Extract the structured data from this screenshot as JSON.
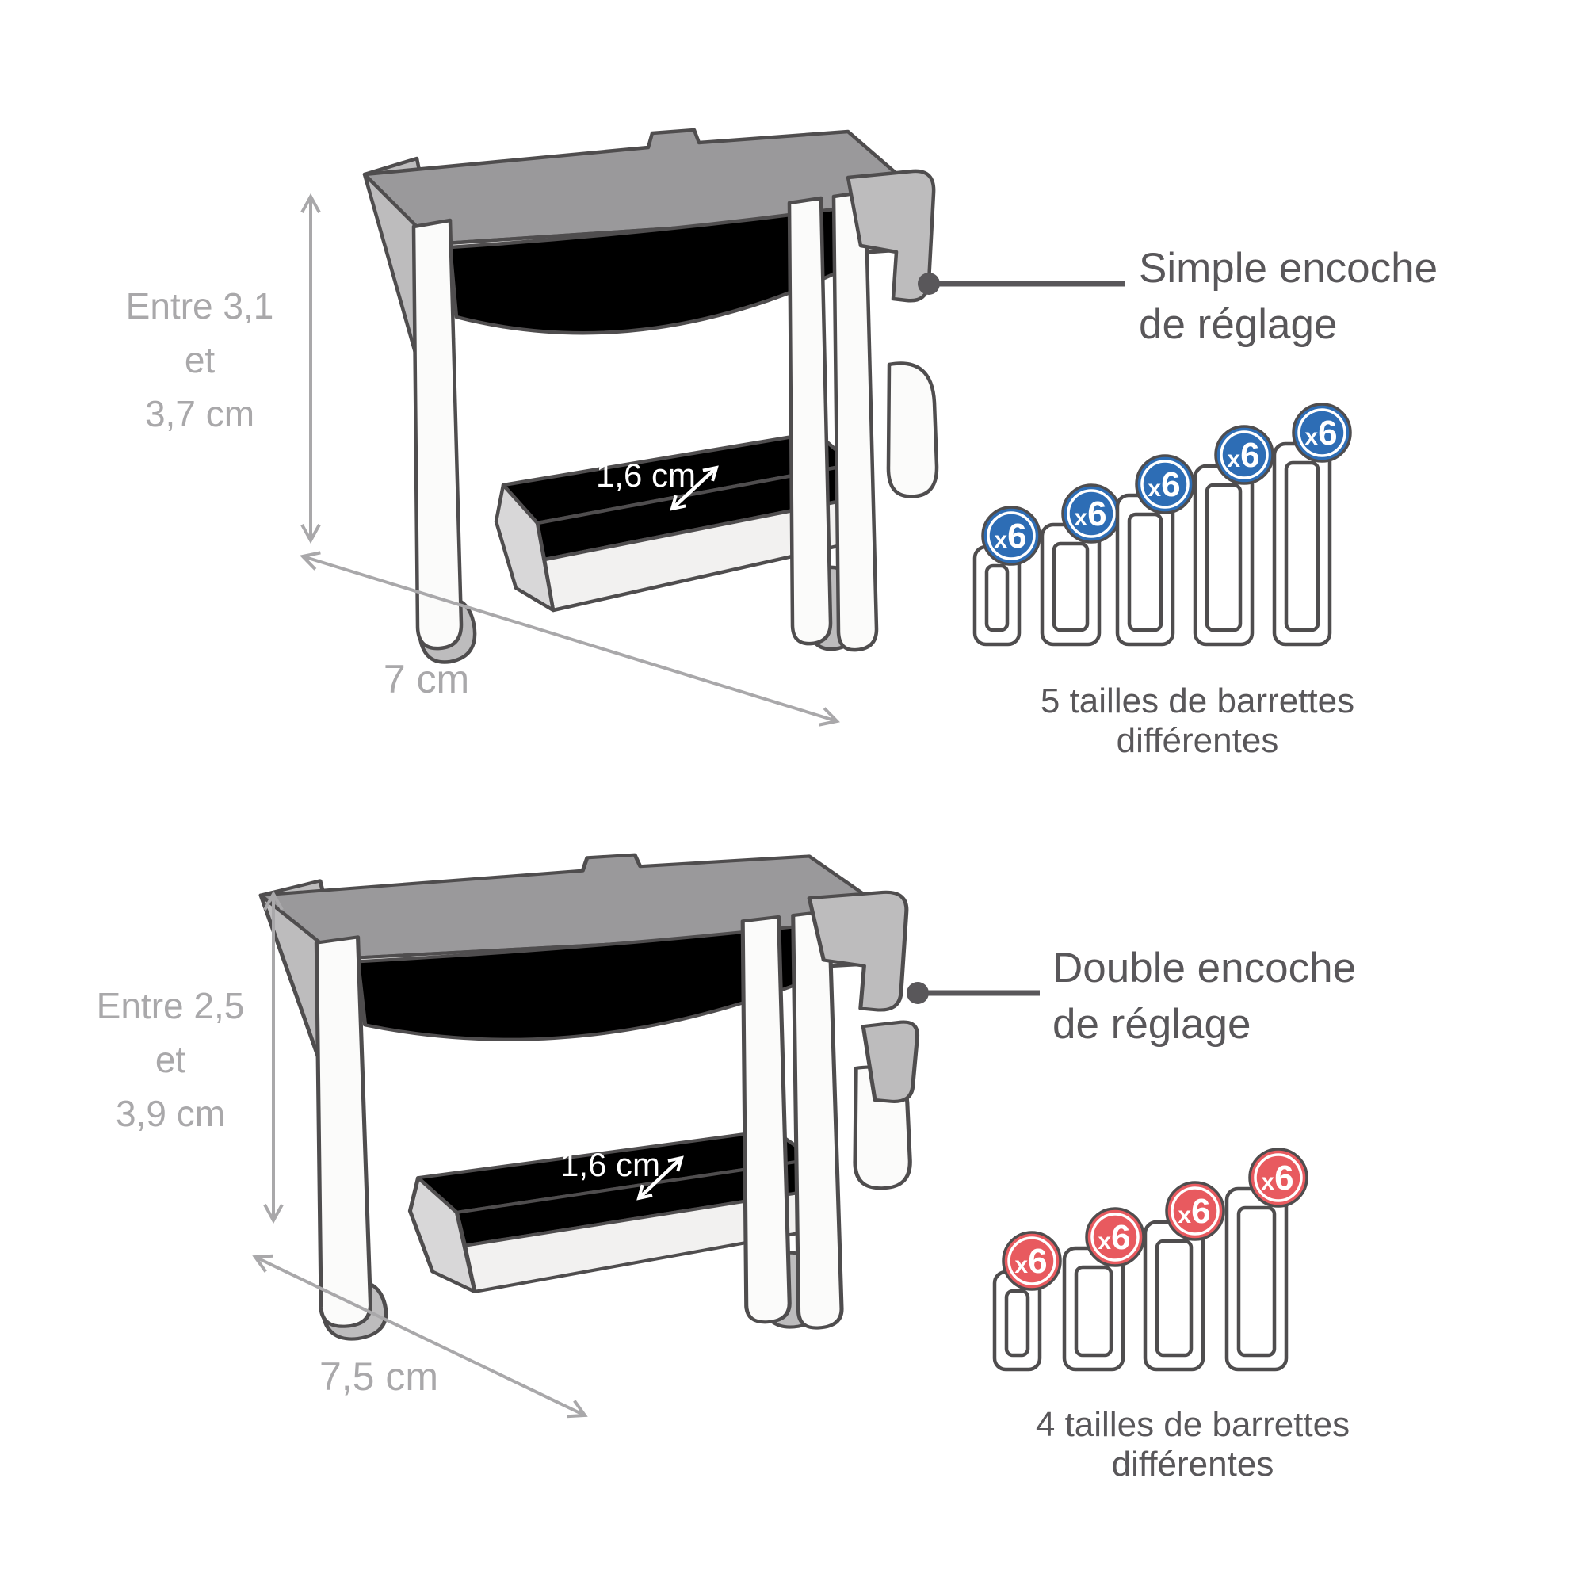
{
  "colors": {
    "blue": "#2d6db5",
    "blue_dark": "#285e9d",
    "red": "#e85a5f",
    "red_dark": "#d44d53",
    "outline": "#4f4d4e",
    "gray_top": "#9a999b",
    "gray_mid": "#bdbcbd",
    "gray_light": "#d8d7d8",
    "panel": "#f2f1f0",
    "label_gray": "#a9a8aa",
    "text_dark": "#59575a"
  },
  "sections": {
    "top": {
      "height_label": {
        "line1": "Entre 3,1",
        "line2": "et",
        "line3": "3,7 cm"
      },
      "width_label": "7 cm",
      "depth_label": "1,6 cm",
      "callout": {
        "line1": "Simple encoche",
        "line2": "de réglage"
      },
      "badge": "x6",
      "barrette_count": 5,
      "caption": "5 tailles de barrettes différentes"
    },
    "bottom": {
      "height_label": {
        "line1": "Entre 2,5",
        "line2": "et",
        "line3": "3,9 cm"
      },
      "width_label": "7,5 cm",
      "depth_label": "1,6 cm",
      "callout": {
        "line1": "Double encoche",
        "line2": "de réglage"
      },
      "badge": "x6",
      "barrette_count": 4,
      "caption": "4 tailles de barrettes différentes"
    }
  }
}
